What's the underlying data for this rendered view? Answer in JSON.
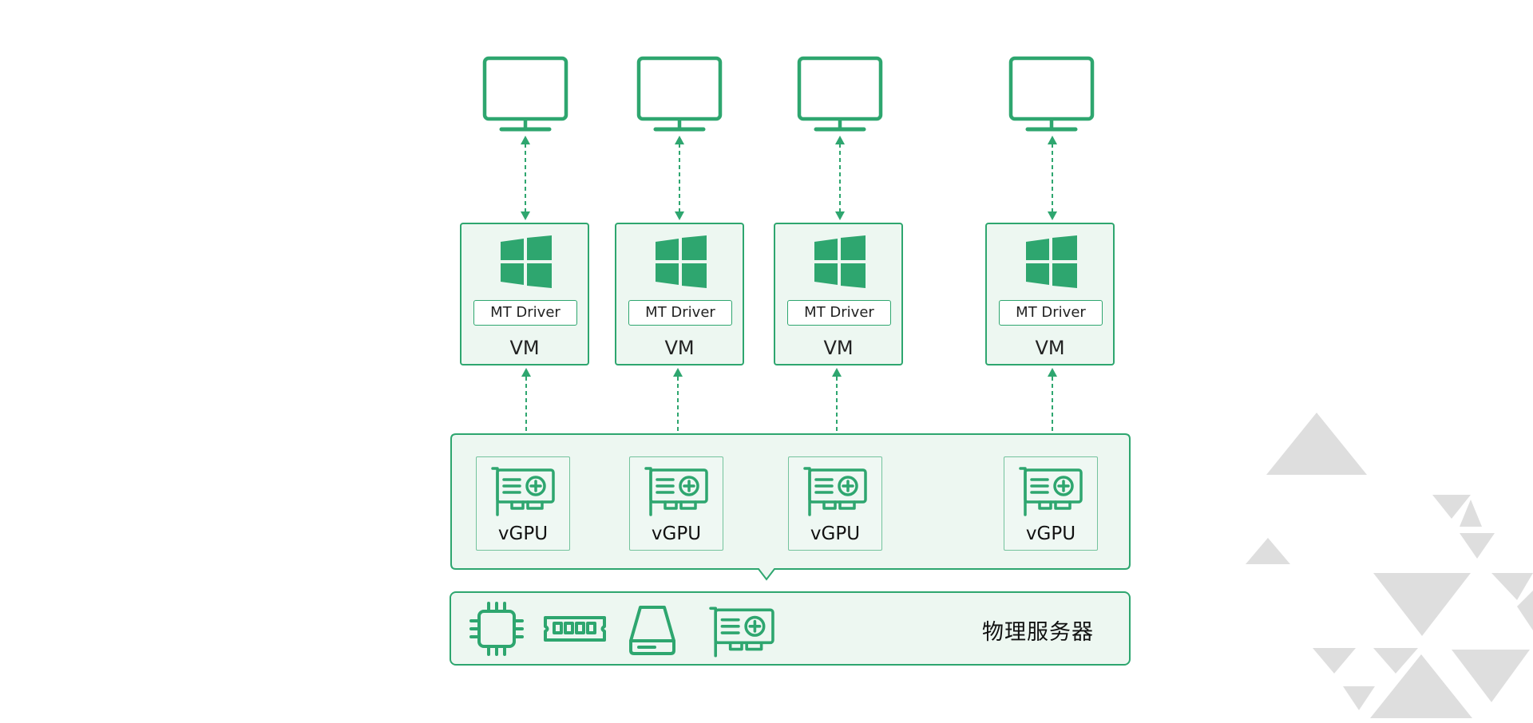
{
  "colors": {
    "accent": "#2ea66f",
    "panel": "#edf7f1",
    "decor": "#dedede"
  },
  "clients": [
    {
      "icon": "monitor-icon"
    },
    {
      "icon": "monitor-icon"
    },
    {
      "icon": "monitor-icon"
    },
    {
      "icon": "monitor-icon"
    }
  ],
  "vms": [
    {
      "os_icon": "windows-logo-icon",
      "driver": "MT Driver",
      "label": "VM"
    },
    {
      "os_icon": "windows-logo-icon",
      "driver": "MT Driver",
      "label": "VM"
    },
    {
      "os_icon": "windows-logo-icon",
      "driver": "MT Driver",
      "label": "VM"
    },
    {
      "os_icon": "windows-logo-icon",
      "driver": "MT Driver",
      "label": "VM"
    }
  ],
  "vgpus": [
    {
      "icon": "gpu-card-icon",
      "label": "vGPU"
    },
    {
      "icon": "gpu-card-icon",
      "label": "vGPU"
    },
    {
      "icon": "gpu-card-icon",
      "label": "vGPU"
    },
    {
      "icon": "gpu-card-icon",
      "label": "vGPU"
    }
  ],
  "server": {
    "title": "物理服务器",
    "components": [
      "cpu-chip-icon",
      "memory-module-icon",
      "hard-drive-icon",
      "gpu-card-icon"
    ]
  }
}
